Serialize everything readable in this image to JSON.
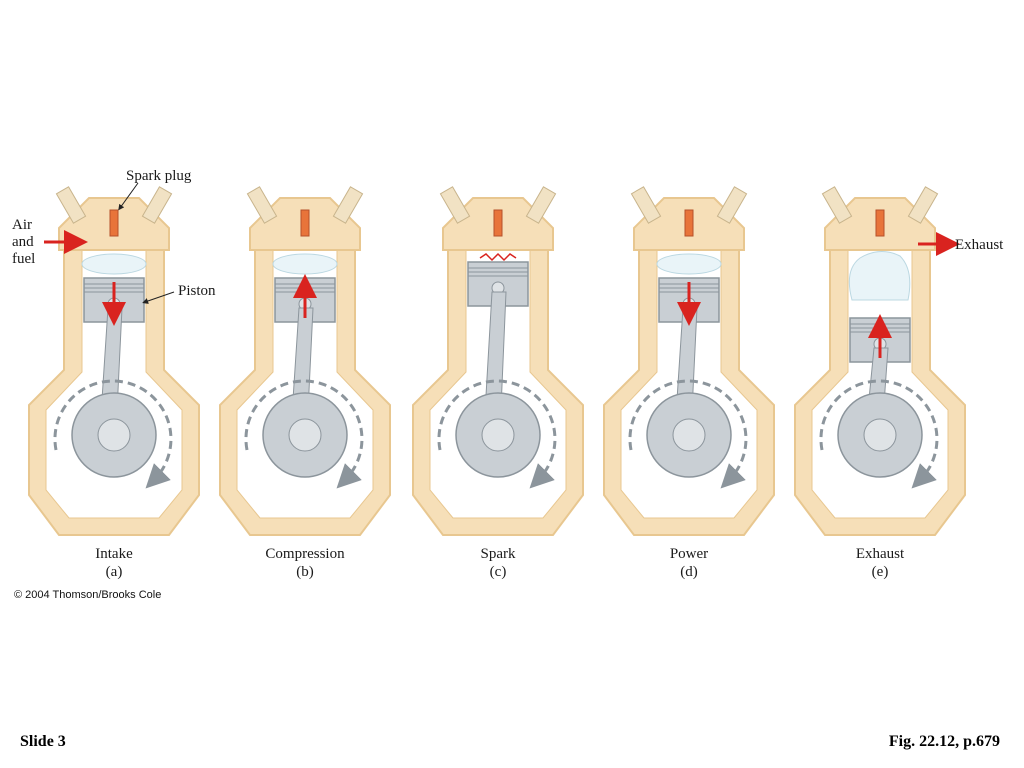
{
  "slide": {
    "number_label": "Slide 3",
    "figure_reference": "Fig. 22.12, p.679",
    "copyright": "© 2004 Thomson/Brooks Cole"
  },
  "callouts": {
    "spark_plug": "Spark plug",
    "air_fuel": [
      "Air",
      "and",
      "fuel"
    ],
    "piston": "Piston",
    "exhaust": "Exhaust"
  },
  "stages": [
    {
      "name": "Intake",
      "letter": "(a)",
      "piston": "down",
      "cloud": "small",
      "spark": false,
      "exhaust": false,
      "intake": true
    },
    {
      "name": "Compression",
      "letter": "(b)",
      "piston": "up",
      "cloud": "small",
      "spark": false,
      "exhaust": false,
      "intake": false
    },
    {
      "name": "Spark",
      "letter": "(c)",
      "piston": "top",
      "cloud": "none",
      "spark": true,
      "exhaust": false,
      "intake": false
    },
    {
      "name": "Power",
      "letter": "(d)",
      "piston": "down",
      "cloud": "small",
      "spark": false,
      "exhaust": false,
      "intake": false
    },
    {
      "name": "Exhaust",
      "letter": "(e)",
      "piston": "up-low",
      "cloud": "large",
      "spark": false,
      "exhaust": true,
      "intake": false
    }
  ],
  "colors": {
    "cylinder": "#f6dfb8",
    "cylinder_edge": "#e8c790",
    "metal": "#c9cfd4",
    "metal_dark": "#8c959c",
    "arrow": "#d9231f",
    "gas": "#e9f4f8",
    "spark": "#d9231f"
  }
}
